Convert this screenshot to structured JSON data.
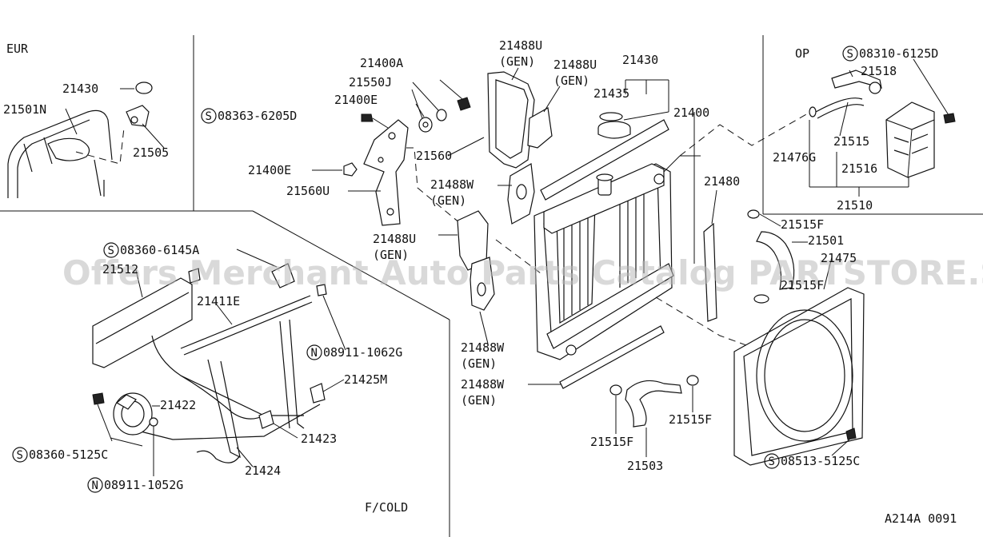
{
  "drawing_code": "A214A 0091",
  "watermark": "Offers Merchant Auto Parts Catalog PARTSTORE.SA",
  "sections": {
    "eur_label": "EUR",
    "op_label": "OP",
    "fcold_label": "F/COLD"
  },
  "labels": {
    "p21430_eur": "21430",
    "p21501n": "21501N",
    "p21505": "21505",
    "p21400a": "21400A",
    "p21550j": "21550J",
    "p21400e_top": "21400E",
    "s08363": "08363-6205D",
    "p21400e_mid": "21400E",
    "p21560u": "21560U",
    "p21560": "21560",
    "p21488u_top": "21488U",
    "gen_21488u_top": "(GEN)",
    "p21488u_mid": "21488U",
    "gen_21488u_mid": "(GEN)",
    "p21430": "21430",
    "p21435": "21435",
    "p21488w_top": "21488W",
    "gen_21488w_top": "(GEN)",
    "p21488u_low": "21488U",
    "gen_21488u_low": "(GEN)",
    "p21400": "21400",
    "p21480": "21480",
    "s08310": "08310-6125D",
    "p21518": "21518",
    "p21515": "21515",
    "p21476g": "21476G",
    "p21516": "21516",
    "p21510": "21510",
    "p21515f_a": "21515F",
    "p21501": "21501",
    "p21475": "21475",
    "p21515f_b": "21515F",
    "s08360_6145a": "08360-6145A",
    "p21512": "21512",
    "p21411e": "21411E",
    "n08911_1062g": "08911-1062G",
    "p21425m": "21425M",
    "p21422": "21422",
    "p21423": "21423",
    "s08360_5125c": "08360-5125C",
    "p21424": "21424",
    "n08911_1052g": "08911-1052G",
    "p21488w_mid": "21488W",
    "gen_21488w_mid": "(GEN)",
    "p21488w_low": "21488W",
    "gen_21488w_low": "(GEN)",
    "p21515f_c": "21515F",
    "p21515f_d": "21515F",
    "p21503": "21503",
    "s08513": "08513-5125C"
  },
  "badges": {
    "s": "S",
    "n": "N"
  }
}
